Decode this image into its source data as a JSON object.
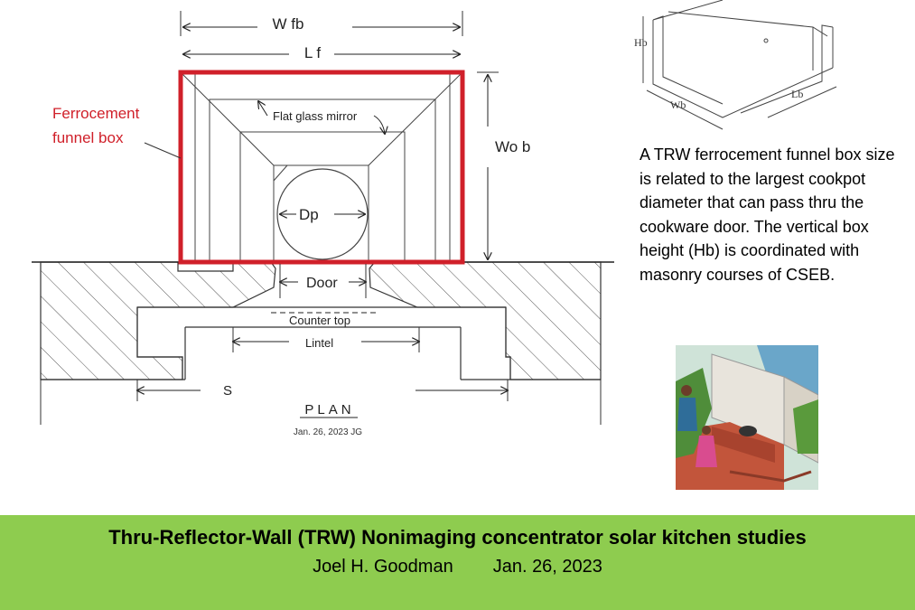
{
  "plan": {
    "label_wfb": "W fb",
    "label_lf": "L f",
    "label_wob": "Wo b",
    "label_funnel": [
      "Ferrocement",
      "funnel box"
    ],
    "label_mirror": "Flat glass mirror",
    "label_dp": "Dp",
    "label_door": "Door",
    "label_counter": "Counter top",
    "label_lintel": "Lintel",
    "label_s": "S",
    "label_plan": "PLAN",
    "label_date": "Jan. 26, 2023 JG"
  },
  "iso": {
    "label_hb": "Hb",
    "label_wb": "Wb",
    "label_lb": "Lb"
  },
  "description": "A TRW ferrocement funnel box size is related to the largest cookpot diameter that can pass thru the cookware door. The vertical box height (Hb) is coordinated with masonry courses of CSEB.",
  "banner": {
    "title": "Thru-Reflector-Wall (TRW) Nonimaging concentrator solar kitchen studies",
    "author": "Joel H. Goodman",
    "date": "Jan. 26, 2023"
  },
  "colors": {
    "funnel_red": "#d0202a",
    "banner_green": "#8ecc4f"
  }
}
